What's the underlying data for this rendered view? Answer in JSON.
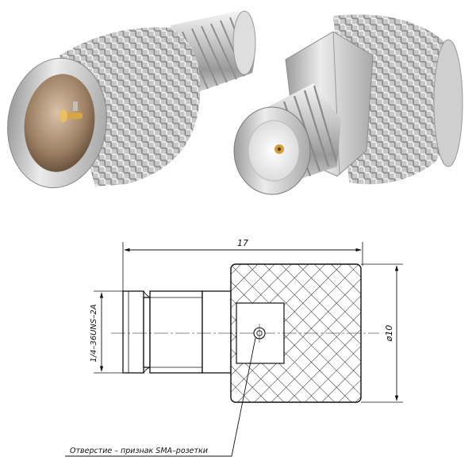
{
  "photo": {
    "left_view": "connector-photo-front",
    "right_view": "connector-photo-rear"
  },
  "drawing": {
    "length_label": "17",
    "diameter_label": "ø10",
    "thread_label": "1/4–36UNS–2A",
    "note_label": "Отверстие – признак SMA–розетки"
  },
  "colors": {
    "steel_light": "#e2e2e2",
    "steel_mid": "#b4b4b4",
    "steel_dark": "#777777",
    "gold": "#d6a13a",
    "line": "#111111"
  }
}
